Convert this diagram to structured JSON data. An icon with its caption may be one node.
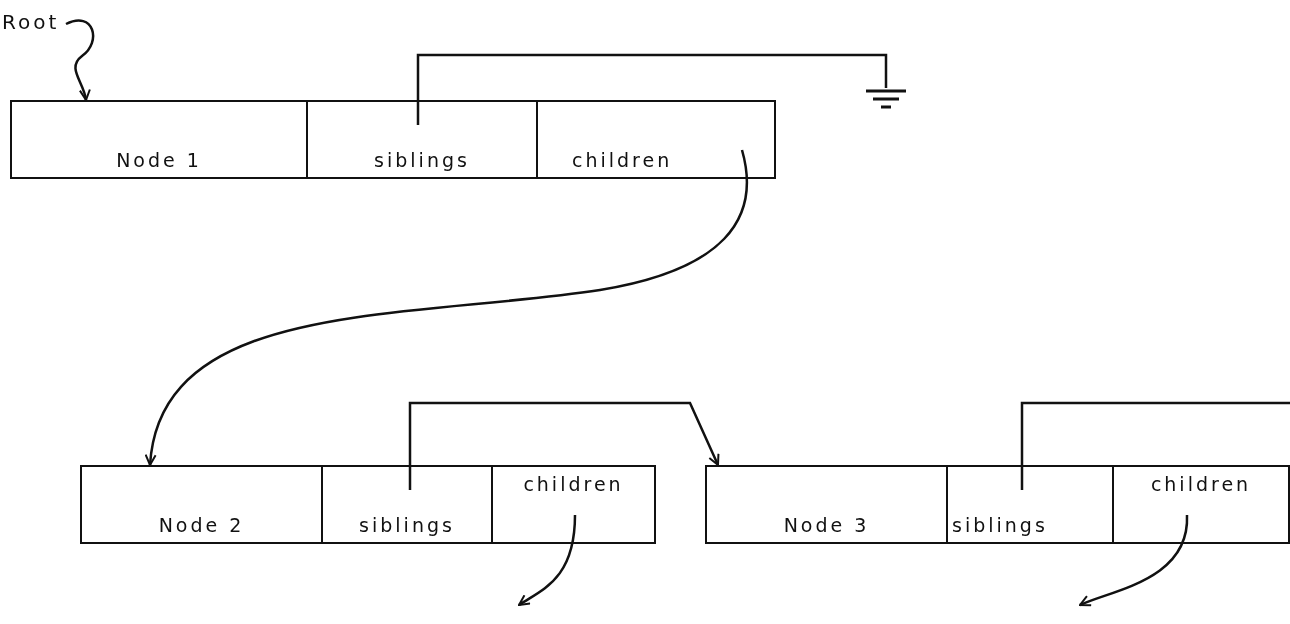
{
  "diagram": {
    "nodes": [
      {
        "text": [
          "Root"
        ]
      },
      {
        "text": [],
        "shape": "box"
      },
      {
        "text": [
          "Node 1"
        ],
        "in": 1
      },
      {
        "text": [
          "siblings"
        ],
        "in": 1
      },
      {
        "text": [
          "children"
        ],
        "in": 1
      },
      {
        "text": [],
        "shape": "ground"
      },
      {
        "text": [],
        "shape": "box"
      },
      {
        "text": [
          "Node 2"
        ],
        "in": 6
      },
      {
        "text": [
          "siblings"
        ],
        "in": 6
      },
      {
        "text": [
          "children"
        ],
        "in": 6
      },
      {
        "text": [],
        "shape": "box"
      },
      {
        "text": [
          "Node 3"
        ],
        "in": 10
      },
      {
        "text": [
          "siblings"
        ],
        "in": 10
      },
      {
        "text": [
          "children"
        ],
        "in": 10
      }
    ],
    "edges": [
      {
        "from": 0,
        "to": 1,
        "arrow": "to"
      },
      {
        "from": 3,
        "to": 5,
        "arrow": "none"
      },
      {
        "from": 4,
        "to": 6,
        "arrow": "to"
      },
      {
        "from": 8,
        "to": 10,
        "arrow": "to"
      },
      {
        "from": 12,
        "to": null,
        "arrow": "none"
      },
      {
        "from": 9,
        "to": null,
        "arrow": "to"
      },
      {
        "from": 13,
        "to": null,
        "arrow": "to"
      }
    ]
  }
}
